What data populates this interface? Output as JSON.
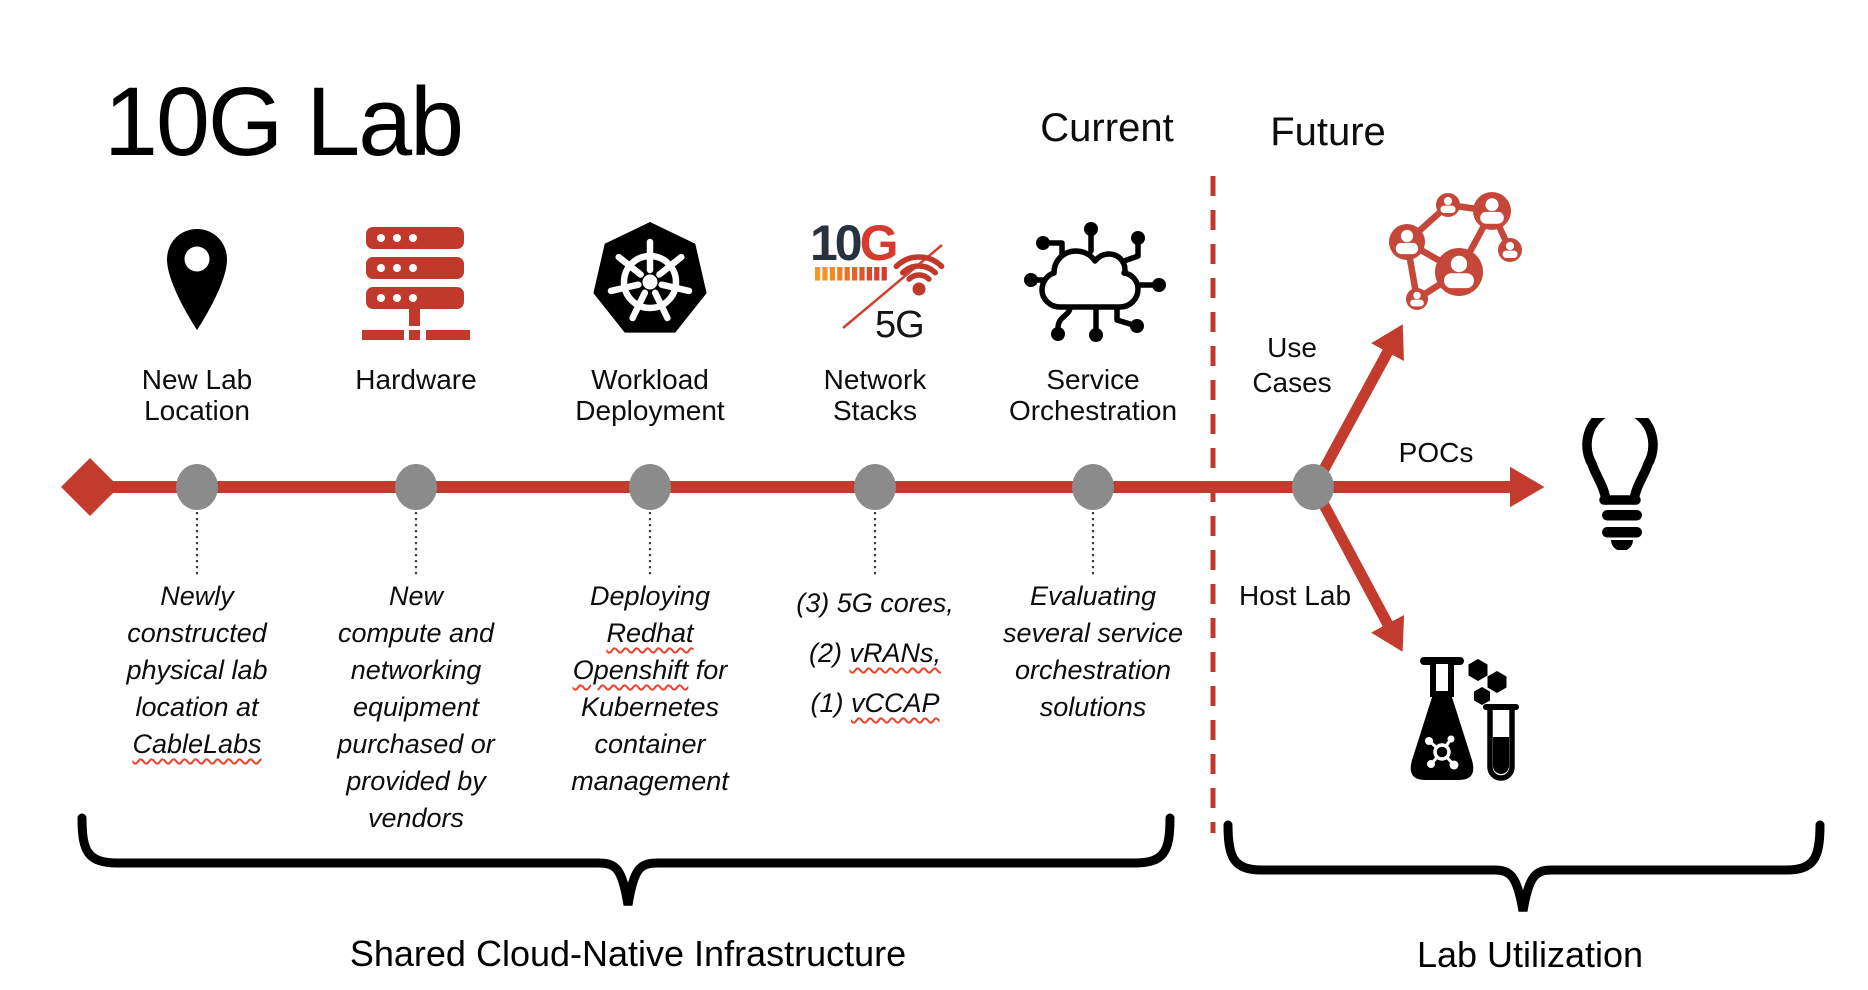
{
  "title": "10G Lab",
  "phases": {
    "current": "Current",
    "future": "Future"
  },
  "milestones": [
    {
      "label": "New Lab\nLocation",
      "icon": "location-pin-icon",
      "desc": [
        {
          "t": "Newly\nconstructed\nphysical lab\nlocation at\n"
        },
        {
          "t": "CableLabs",
          "sq": true
        }
      ]
    },
    {
      "label": "Hardware",
      "icon": "server-rack-icon",
      "desc": [
        {
          "t": "New\ncompute and\nnetworking\nequipment\npurchased or\nprovided by\nvendors"
        }
      ]
    },
    {
      "label": "Workload\nDeployment",
      "icon": "kubernetes-icon",
      "desc": [
        {
          "t": "Deploying\n"
        },
        {
          "t": "Redhat",
          "sq": true
        },
        {
          "t": "\n"
        },
        {
          "t": "Openshift",
          "sq": true
        },
        {
          "t": " for\nKubernetes\ncontainer\nmanagement"
        }
      ]
    },
    {
      "label": "Network\nStacks",
      "icon": "10g-5g-logo",
      "desc": [
        {
          "t": "(3) 5G cores,\n(2) "
        },
        {
          "t": "vRANs,",
          "sq": true
        },
        {
          "t": "\n(1) "
        },
        {
          "t": "vCCAP",
          "sq": true
        }
      ]
    },
    {
      "label": "Service\nOrchestration",
      "icon": "cloud-network-icon",
      "desc": [
        {
          "t": "Evaluating\nseveral service\norchestration\nsolutions"
        }
      ]
    }
  ],
  "logo_10g": {
    "ten": "10",
    "g": "G",
    "five_g": "5G"
  },
  "future_branches": [
    {
      "label": "Use\nCases",
      "icon": "connected-users-icon"
    },
    {
      "label": "POCs",
      "icon": "lightbulb-icon"
    },
    {
      "label": "Host Lab",
      "icon": "lab-flask-icon"
    }
  ],
  "braces": [
    {
      "label": "Shared Cloud-Native Infrastructure"
    },
    {
      "label": "Lab Utilization"
    }
  ],
  "colors": {
    "timeline_red": "#C23B2C",
    "icon_red": "#C0392B",
    "network_red": "#C4473A",
    "dot_gray": "#8B8B8B",
    "logo_navy": "#26323E",
    "squiggle_red": "#E8442F"
  }
}
